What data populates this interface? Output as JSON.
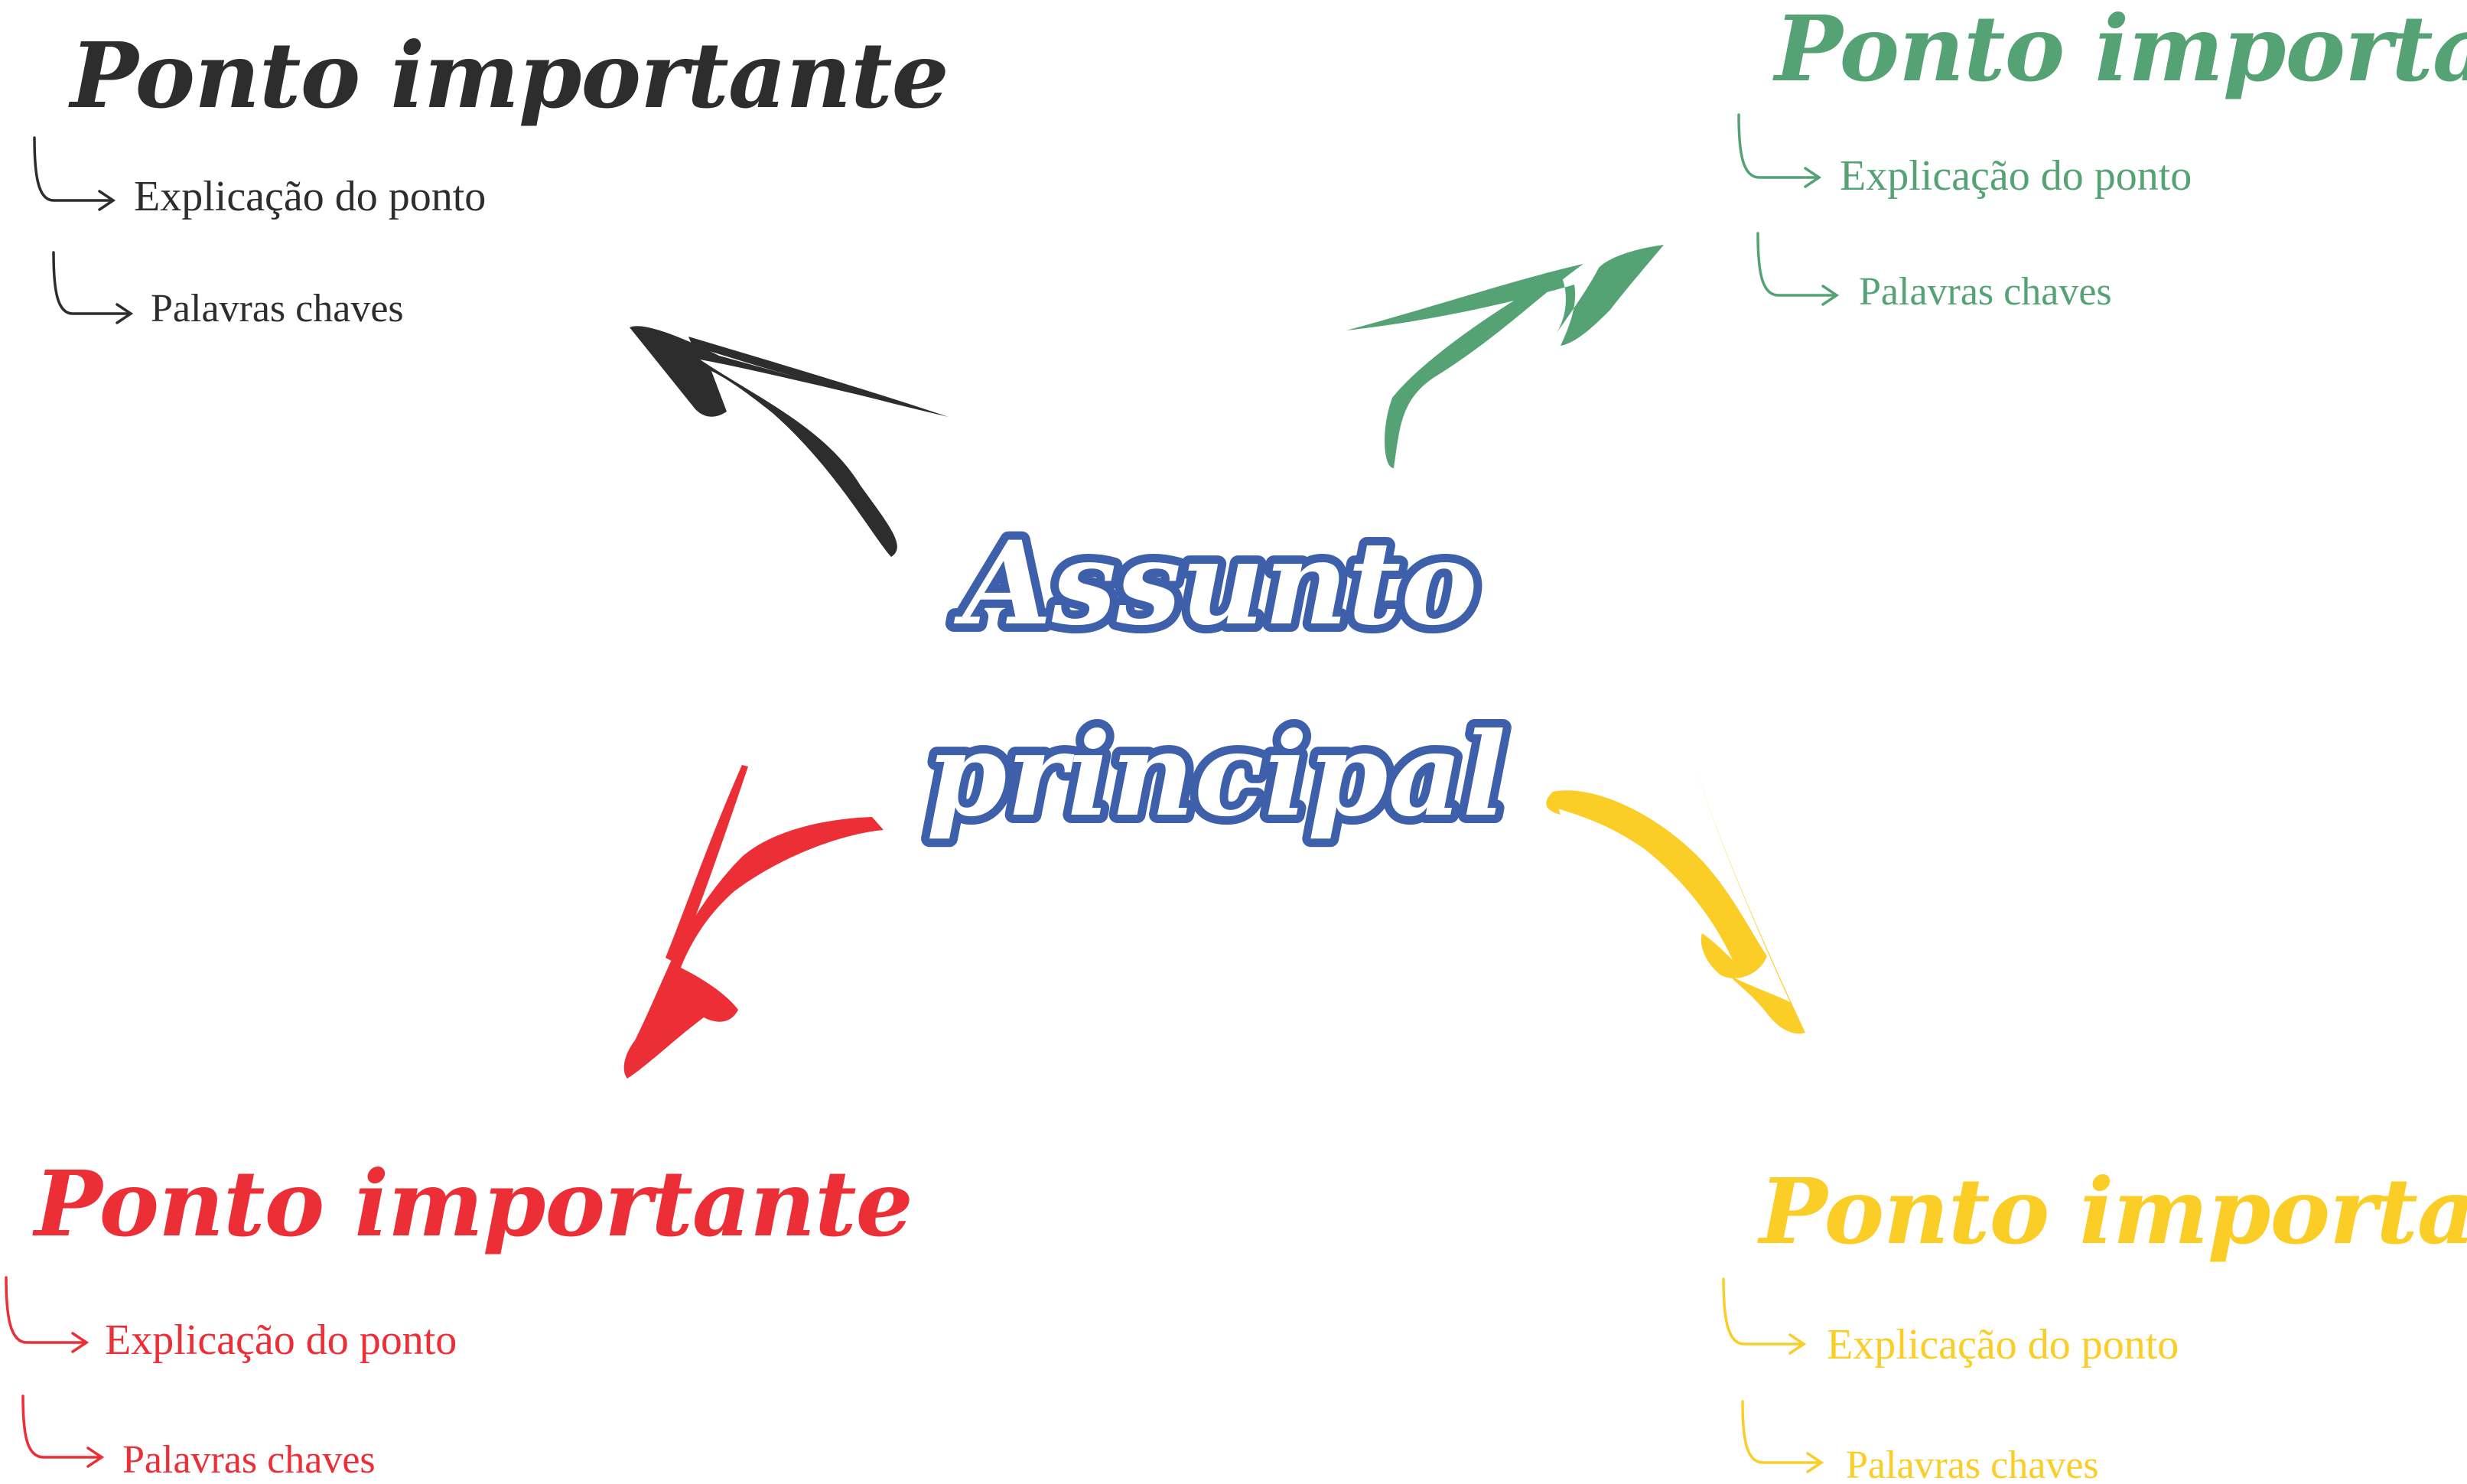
{
  "center": {
    "line1": "Assunto",
    "line2": "principal",
    "color": "#3e5faa"
  },
  "nodes": [
    {
      "position": "top-left",
      "color": "#2d2d2d",
      "title": "Ponto importante",
      "items": [
        "Explicação do ponto",
        "Palavras chaves"
      ],
      "icon": "arrow-up-left-icon"
    },
    {
      "position": "top-right",
      "color": "#55a374",
      "title": "Ponto importante",
      "items": [
        "Explicação do ponto",
        "Palavras chaves"
      ],
      "icon": "arrow-up-right-icon"
    },
    {
      "position": "bottom-left",
      "color": "#ec2e37",
      "title": "Ponto importante",
      "items": [
        "Explicação do ponto",
        "Palavras chaves"
      ],
      "icon": "arrow-down-left-icon"
    },
    {
      "position": "bottom-right",
      "color": "#fbcd27",
      "title": "Ponto importante",
      "items": [
        "Explicação do ponto",
        "Palavras chaves"
      ],
      "icon": "arrow-down-right-icon"
    }
  ]
}
